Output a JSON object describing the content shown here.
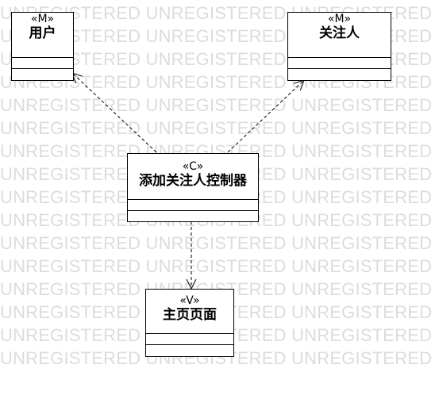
{
  "watermark": {
    "text": "UNREGISTERED UNREGISTERED UNREGISTERED",
    "color": "#dcdcdc"
  },
  "classes": {
    "user": {
      "stereotype": "«M»",
      "name": "用户"
    },
    "followee": {
      "stereotype": "«M»",
      "name": "关注人"
    },
    "controller": {
      "stereotype": "«C»",
      "name": "添加关注人控制器"
    },
    "home_page": {
      "stereotype": "«V»",
      "name": "主页页面"
    }
  },
  "relationships": [
    {
      "from": "controller",
      "to": "user",
      "style": "dashed",
      "arrow": "open"
    },
    {
      "from": "controller",
      "to": "followee",
      "style": "dashed",
      "arrow": "open"
    },
    {
      "from": "controller",
      "to": "home_page",
      "style": "dashed",
      "arrow": "open"
    }
  ]
}
